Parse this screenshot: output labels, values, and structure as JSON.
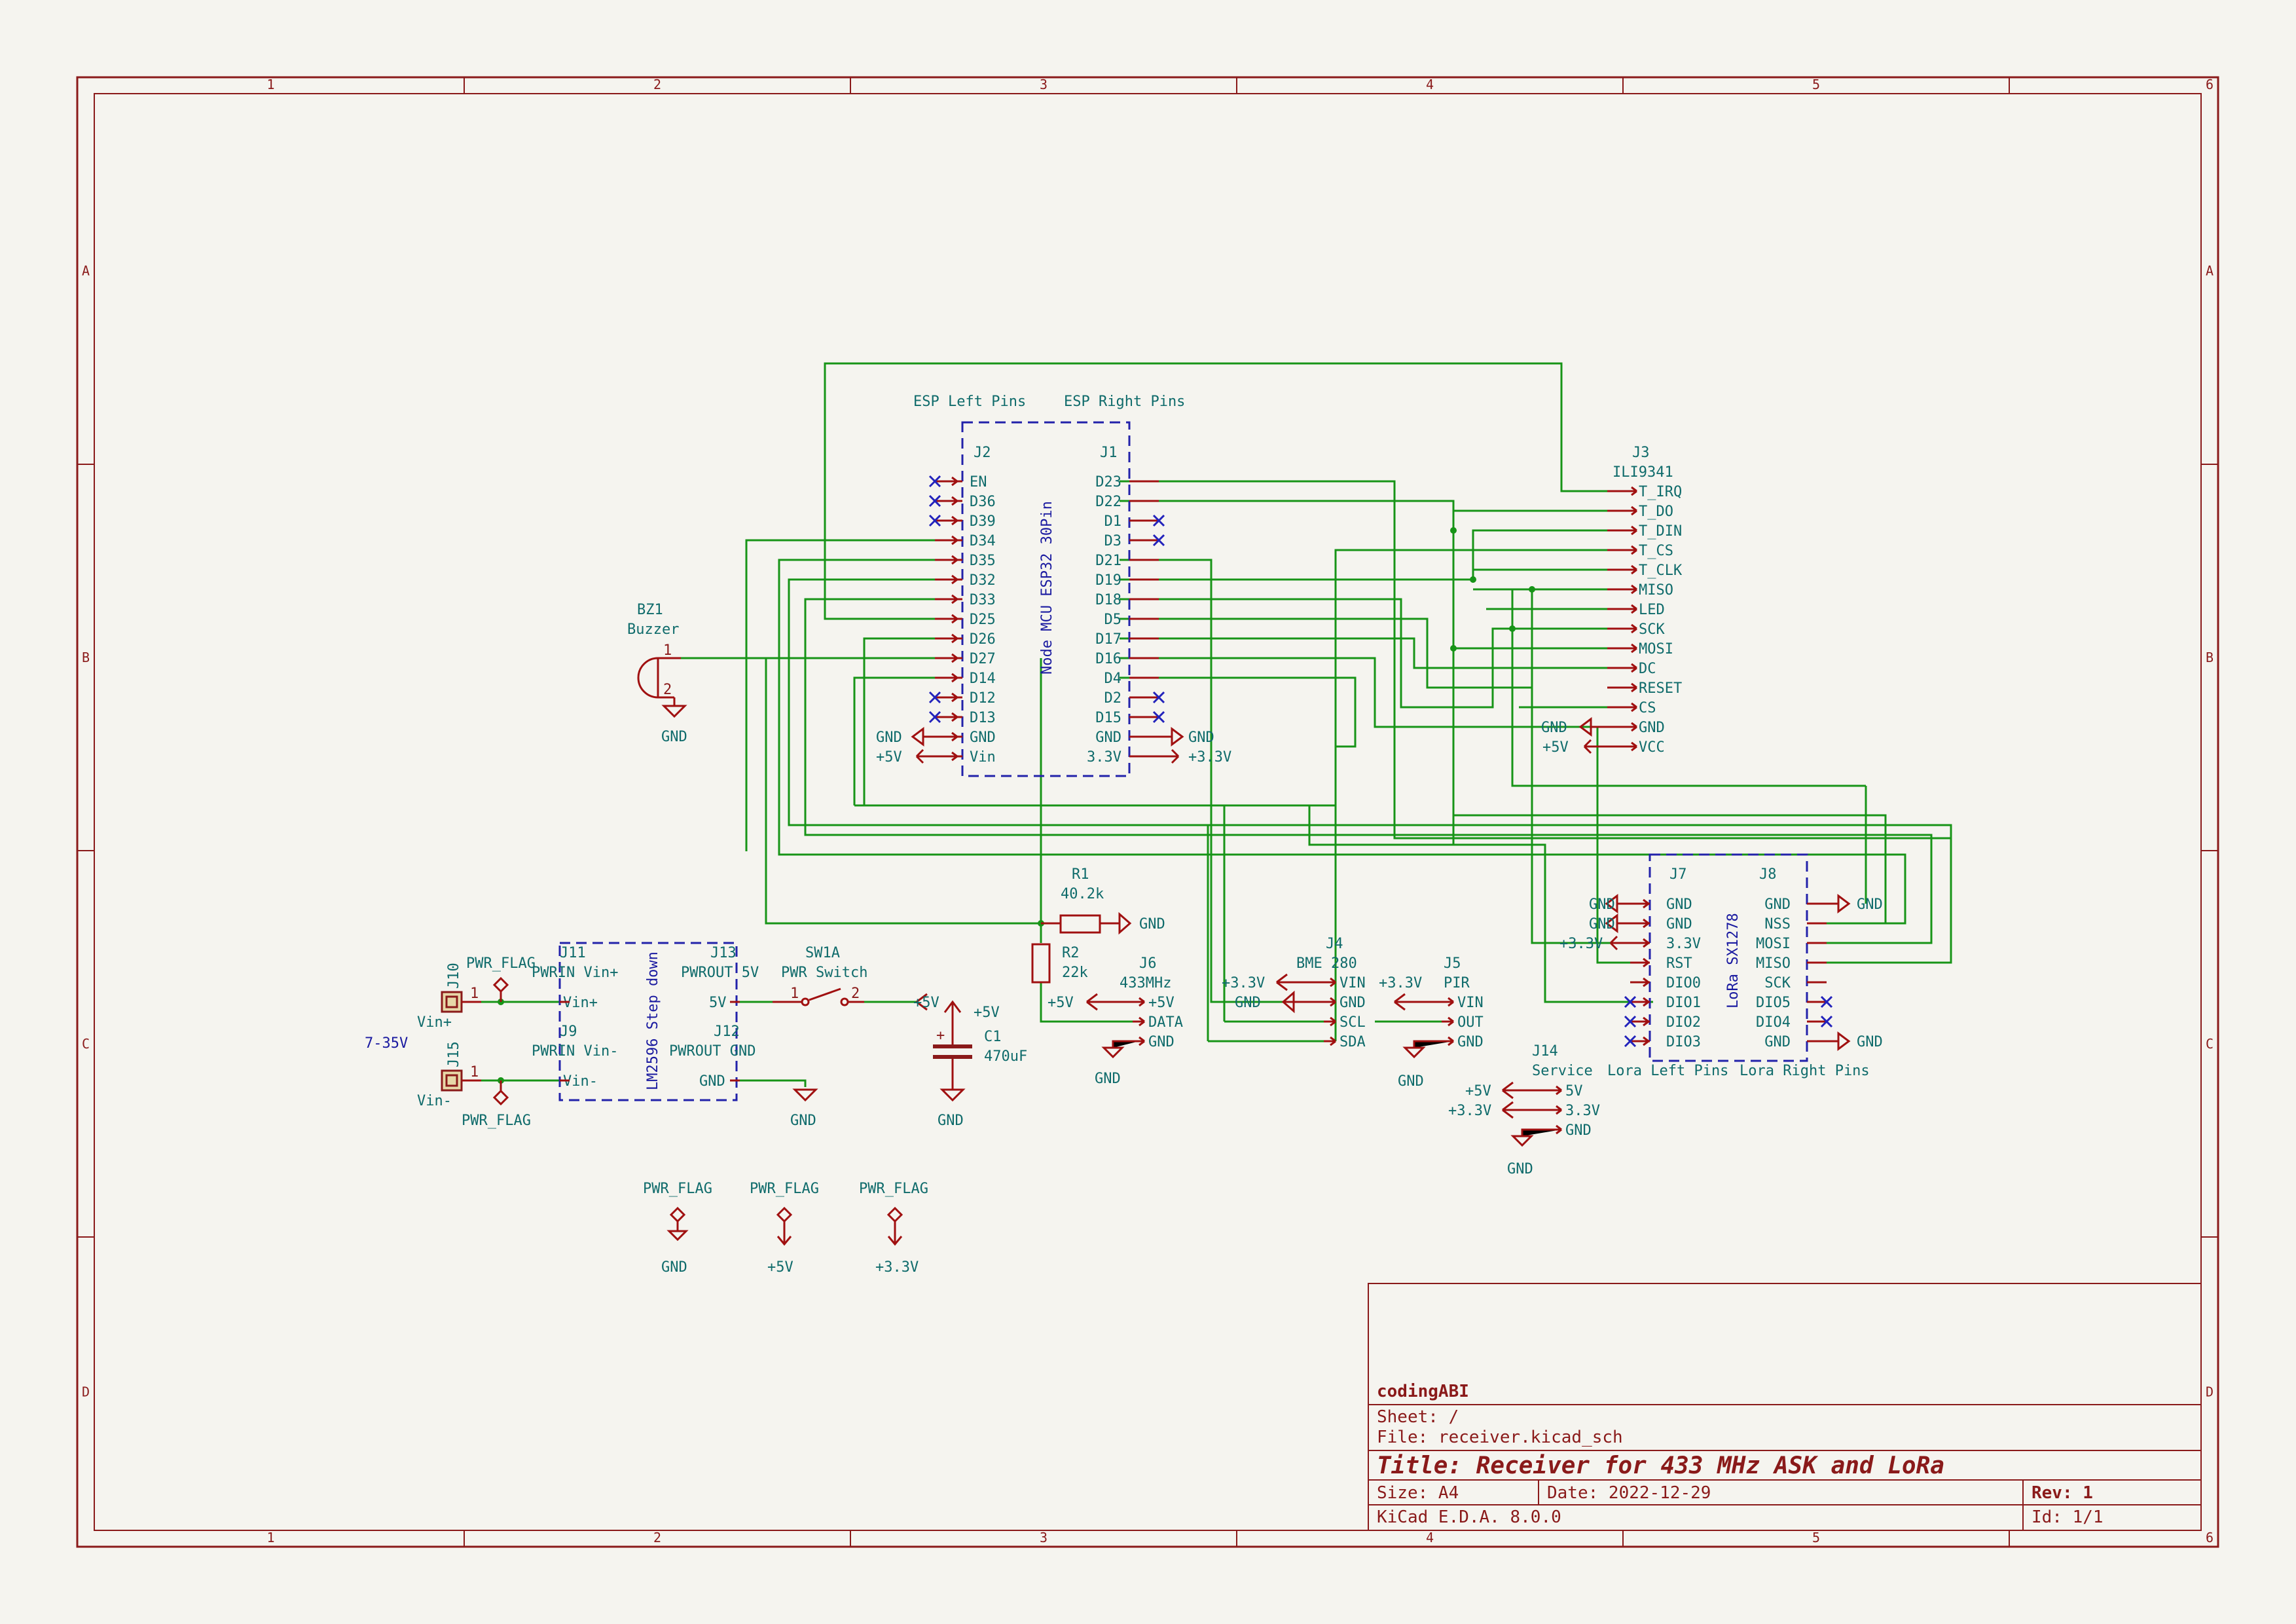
{
  "grid": {
    "cols": [
      "1",
      "2",
      "3",
      "4",
      "5",
      "6"
    ],
    "rows": [
      "A",
      "B",
      "C",
      "D"
    ]
  },
  "esp": {
    "left_header": "ESP Left Pins",
    "right_header": "ESP Right Pins",
    "left_ref": "J2",
    "right_ref": "J1",
    "module_name": "Node MCU ESP32 30Pin",
    "left_pins": [
      "EN",
      "D36",
      "D39",
      "D34",
      "D35",
      "D32",
      "D33",
      "D25",
      "D26",
      "D27",
      "D14",
      "D12",
      "D13",
      "GND",
      "Vin"
    ],
    "right_pins": [
      "D23",
      "D22",
      "D1",
      "D3",
      "D21",
      "D19",
      "D18",
      "D5",
      "D17",
      "D16",
      "D4",
      "D2",
      "D15",
      "GND",
      "3.3V"
    ]
  },
  "display": {
    "ref": "J3",
    "name": "ILI9341",
    "pins": [
      "T_IRQ",
      "T_DO",
      "T_DIN",
      "T_CS",
      "T_CLK",
      "MISO",
      "LED",
      "SCK",
      "MOSI",
      "DC",
      "RESET",
      "CS",
      "GND",
      "VCC"
    ]
  },
  "buzzer": {
    "ref": "BZ1",
    "name": "Buzzer",
    "pin1": "1",
    "pin2": "2"
  },
  "lora": {
    "left_ref": "J7",
    "right_ref": "J8",
    "module_name": "LoRa SX1278",
    "left_pins": [
      "GND",
      "GND",
      "3.3V",
      "RST",
      "DIO0",
      "DIO1",
      "DIO2",
      "DIO3"
    ],
    "right_pins": [
      "GND",
      "NSS",
      "MOSI",
      "MISO",
      "SCK",
      "DIO5",
      "DIO4",
      "GND"
    ],
    "left_label": "Lora Left Pins",
    "right_label": "Lora Right Pins"
  },
  "resistors": [
    {
      "ref": "R1",
      "value": "40.2k"
    },
    {
      "ref": "R2",
      "value": "22k"
    }
  ],
  "rx433": {
    "ref": "J6",
    "name": "433MHz",
    "pins": [
      "+5V",
      "DATA",
      "GND"
    ]
  },
  "bme": {
    "ref": "J4",
    "name": "BME 280",
    "pins": [
      "VIN",
      "GND",
      "SCL",
      "SDA"
    ]
  },
  "pir": {
    "ref": "J5",
    "name": "PIR",
    "pins": [
      "VIN",
      "OUT",
      "GND"
    ]
  },
  "service": {
    "ref": "J14",
    "name": "Service",
    "pins": [
      "5V",
      "3.3V",
      "GND"
    ]
  },
  "stepdown": {
    "name": "LM2596 Step down",
    "j11": "J11",
    "j11_name": "PWRIN Vin+",
    "j11_pin": "Vin+",
    "j9": "J9",
    "j9_name": "PWRIN Vin-",
    "j9_pin": "Vin-",
    "j13": "J13",
    "j13_name": "PWROUT 5V",
    "j13_pin": "5V",
    "j12": "J12",
    "j12_name": "PWROUT GND",
    "j12_pin": "GND"
  },
  "switch": {
    "ref": "SW1A",
    "name": "PWR Switch",
    "pin1": "1",
    "pin2": "2"
  },
  "cap": {
    "ref": "C1",
    "value": "470uF",
    "plus": "+"
  },
  "input": {
    "j10": "J10",
    "j15": "J15",
    "vin_plus": "Vin+",
    "vin_minus": "Vin-",
    "range": "7-35V",
    "pin": "1"
  },
  "nets": {
    "gnd": "GND",
    "v5": "+5V",
    "v33": "+3.3V",
    "pwr_flag": "PWR_FLAG"
  },
  "titleblock": {
    "company": "codingABI",
    "sheet": "Sheet: /",
    "file": "File: receiver.kicad_sch",
    "title": "Title: Receiver for 433 MHz ASK and LoRa",
    "size": "Size: A4",
    "date": "Date: 2022-12-29",
    "rev": "Rev: 1",
    "tool": "KiCad E.D.A. 8.0.0",
    "id": "Id: 1/1"
  }
}
